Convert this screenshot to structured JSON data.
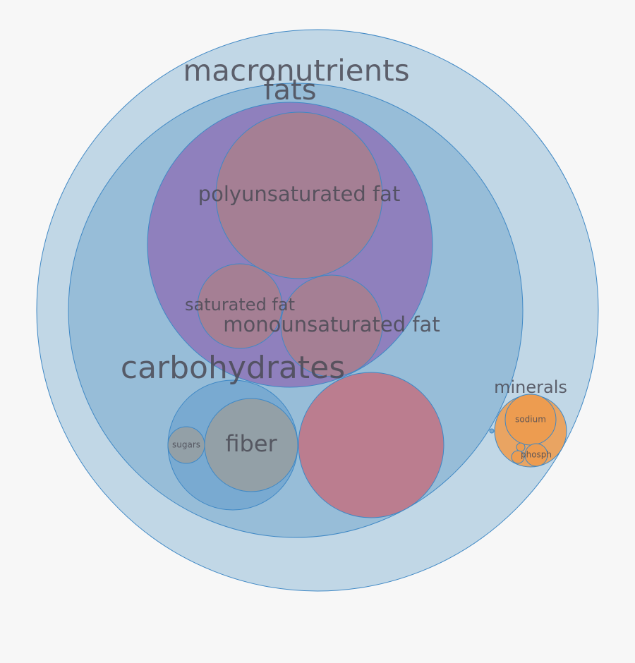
{
  "chart_data": {
    "type": "circle-packing",
    "title": "",
    "colors": {
      "background": "#f7f7f7",
      "outer": "#c1d7e6",
      "blue_mid": "#97bdd8",
      "blue_dark": "#79aad1",
      "purple": "#8f80bd",
      "rose": "#a57f94",
      "pink": "#bb7d8f",
      "gray": "#93a0a7",
      "orange": "#ed9c50",
      "orange_light": "#e9a462",
      "stroke": "#3f88c5",
      "text": "#4a4a55"
    },
    "nodes": [
      {
        "id": "macronutrients",
        "label": "macronutrients"
      },
      {
        "id": "fats",
        "label": "fats"
      },
      {
        "id": "fats_sub",
        "label": ""
      },
      {
        "id": "polyunsaturated",
        "label": "polyunsaturated fat"
      },
      {
        "id": "saturated",
        "label": "saturated fat"
      },
      {
        "id": "monounsaturated",
        "label": "monounsaturated fat"
      },
      {
        "id": "carbohydrates",
        "label": "carbohydrates"
      },
      {
        "id": "carb_group",
        "label": ""
      },
      {
        "id": "sugars",
        "label": "sugars"
      },
      {
        "id": "fiber",
        "label": "fiber"
      },
      {
        "id": "protein",
        "label": ""
      },
      {
        "id": "minerals",
        "label": "minerals"
      },
      {
        "id": "sodium",
        "label": "sodium"
      },
      {
        "id": "phosph",
        "label": "phosph"
      },
      {
        "id": "tiny1",
        "label": ""
      },
      {
        "id": "tiny2",
        "label": ""
      },
      {
        "id": "dot",
        "label": ""
      }
    ]
  }
}
